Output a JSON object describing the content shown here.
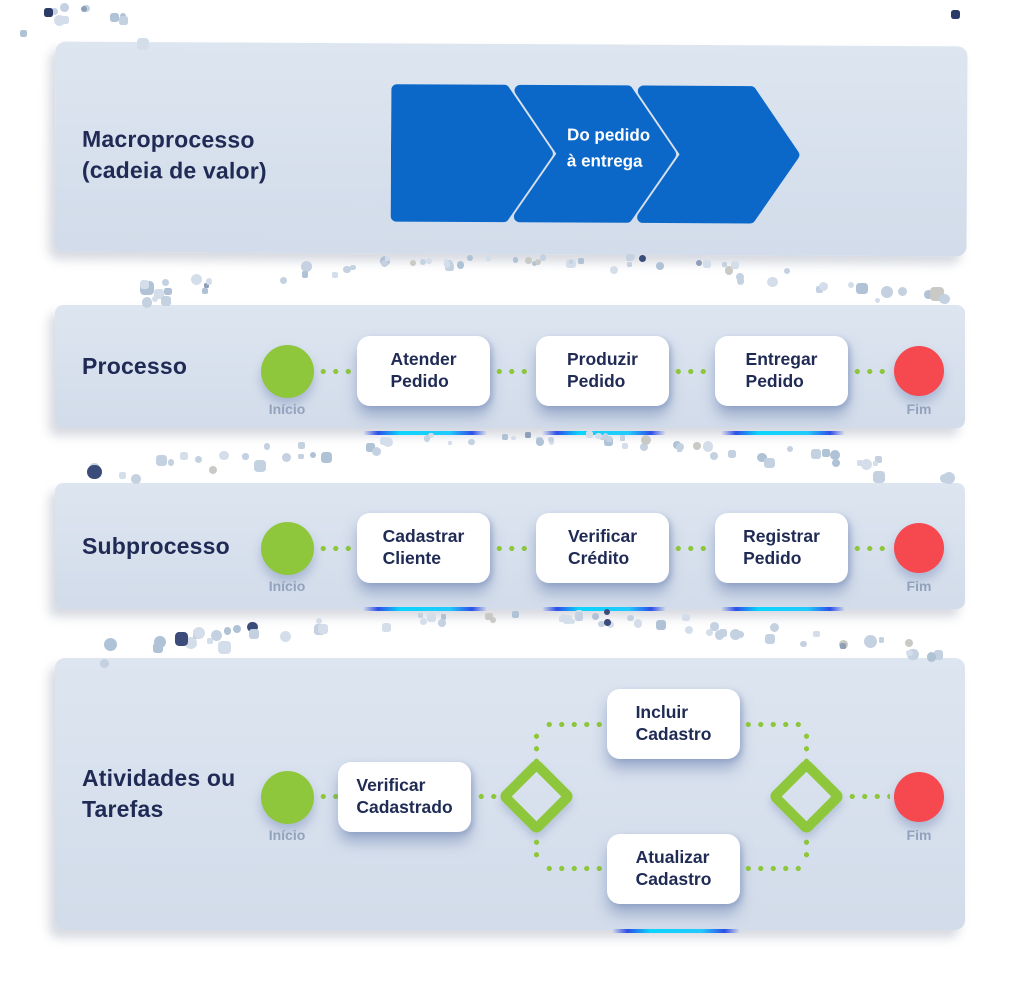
{
  "colors": {
    "blue": "#0b68c8",
    "green": "#8fc73c",
    "red": "#f5484f",
    "navy": "#202b55",
    "muted": "#93a2bc",
    "band": "#d5dfeb"
  },
  "sections": {
    "macroprocesso": {
      "label": "Macroprocesso\n(cadeia de valor)",
      "chevron_label": "Do pedido\nà entrega"
    },
    "processo": {
      "label": "Processo",
      "start_label": "Início",
      "end_label": "Fim",
      "steps": [
        "Atender\nPedido",
        "Produzir\nPedido",
        "Entregar\nPedido"
      ]
    },
    "subprocesso": {
      "label": "Subprocesso",
      "start_label": "Início",
      "end_label": "Fim",
      "steps": [
        "Cadastrar\nCliente",
        "Verificar\nCrédito",
        "Registrar\nPedido"
      ]
    },
    "atividades": {
      "label": "Atividades ou\nTarefas",
      "start_label": "Início",
      "end_label": "Fim",
      "first_task": "Verificar\nCadastrado",
      "branch_top": "Incluir\nCadastro",
      "branch_bottom": "Atualizar\nCadastro"
    }
  }
}
